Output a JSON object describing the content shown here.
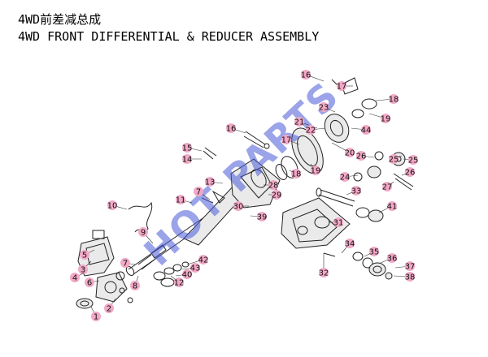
{
  "title": {
    "chinese": "4WD前差减总成",
    "english": "4WD FRONT DIFFERENTIAL & REDUCER ASSEMBLY"
  },
  "watermark": "HOT PARTS",
  "colors": {
    "badge": "#f2a8c6",
    "watermark": "#4a5bd8",
    "line": "#222222"
  },
  "callouts": [
    {
      "n": "1"
    },
    {
      "n": "2"
    },
    {
      "n": "3"
    },
    {
      "n": "4"
    },
    {
      "n": "5"
    },
    {
      "n": "6"
    },
    {
      "n": "7"
    },
    {
      "n": "7"
    },
    {
      "n": "8"
    },
    {
      "n": "9"
    },
    {
      "n": "10"
    },
    {
      "n": "11"
    },
    {
      "n": "12"
    },
    {
      "n": "13"
    },
    {
      "n": "14"
    },
    {
      "n": "15"
    },
    {
      "n": "16"
    },
    {
      "n": "16"
    },
    {
      "n": "17"
    },
    {
      "n": "17"
    },
    {
      "n": "18"
    },
    {
      "n": "18"
    },
    {
      "n": "19"
    },
    {
      "n": "19"
    },
    {
      "n": "20"
    },
    {
      "n": "21"
    },
    {
      "n": "22"
    },
    {
      "n": "23"
    },
    {
      "n": "24"
    },
    {
      "n": "25"
    },
    {
      "n": "25"
    },
    {
      "n": "26"
    },
    {
      "n": "26"
    },
    {
      "n": "27"
    },
    {
      "n": "28"
    },
    {
      "n": "29"
    },
    {
      "n": "30"
    },
    {
      "n": "31"
    },
    {
      "n": "32"
    },
    {
      "n": "33"
    },
    {
      "n": "34"
    },
    {
      "n": "35"
    },
    {
      "n": "36"
    },
    {
      "n": "37"
    },
    {
      "n": "38"
    },
    {
      "n": "39"
    },
    {
      "n": "40"
    },
    {
      "n": "41"
    },
    {
      "n": "42"
    },
    {
      "n": "43"
    },
    {
      "n": "44"
    }
  ]
}
